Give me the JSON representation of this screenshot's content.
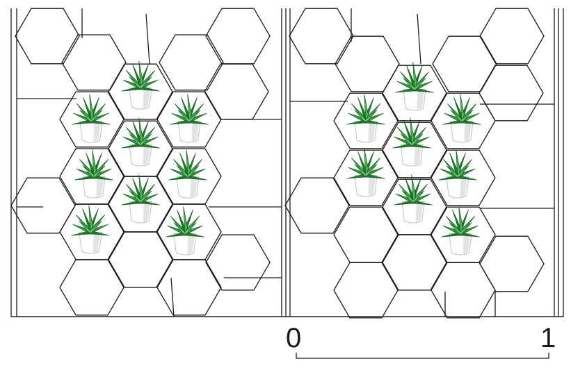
{
  "scale_bar": {
    "start_label": "0",
    "end_label": "1"
  },
  "colors": {
    "line": "#1a1a1a",
    "leaf_dark": "#1f7a2a",
    "leaf_mid": "#2e9c3a",
    "leaf_light": "#7fd08a",
    "pot": "#ffffff",
    "pot_shade": "#d9d9d9"
  },
  "panels": [
    {
      "name": "left-elevation",
      "plant_count": 9
    },
    {
      "name": "right-elevation",
      "plant_count": 8
    }
  ],
  "icons": [
    "potted-plant-icon",
    "hexagon-planter"
  ]
}
